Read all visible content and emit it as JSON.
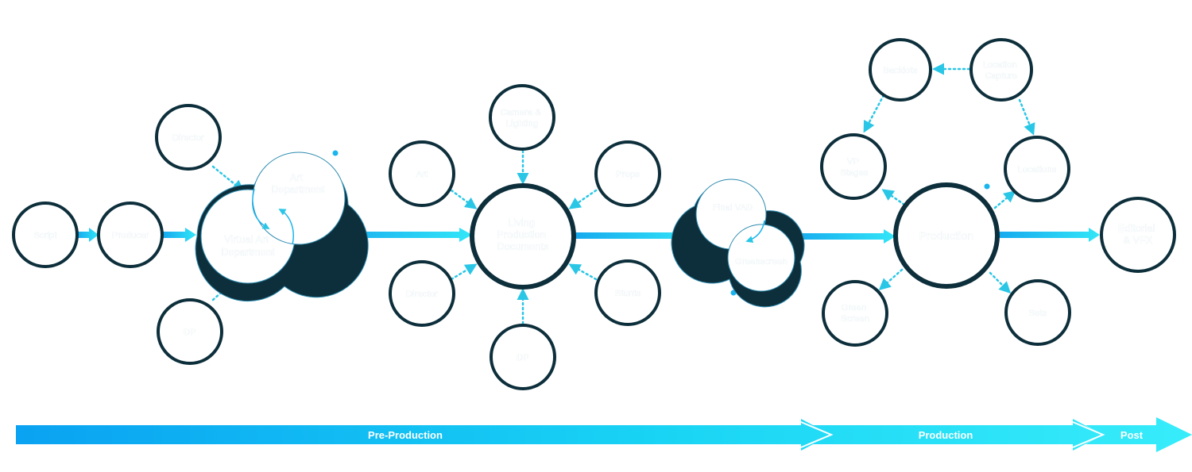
{
  "stages": {
    "pre": "Pre-Production",
    "prod": "Production",
    "post": "Post"
  },
  "nodes": {
    "script": "Script",
    "producer": "Producer",
    "director_a": "Director",
    "dp_a": "DP",
    "virtual_art": [
      "Virtual Art",
      "Department"
    ],
    "art_dept": [
      "Art",
      "Department"
    ],
    "art": "Art",
    "camera": [
      "Camera &",
      "Lighting"
    ],
    "props": "Props",
    "living": [
      "Living",
      "Production",
      "Documents"
    ],
    "director_b": "Director",
    "stunts": "Stunts",
    "dp_b": "DP",
    "final_vad": "Final VAD",
    "greenscreen": "Greenscreen",
    "production": "Production",
    "backlots": "Backlots",
    "location_capture": [
      "Location",
      "Capture"
    ],
    "vp_stages": [
      "VP",
      "Stages"
    ],
    "locations": "Locations",
    "green_screen": [
      "Green",
      "Screen"
    ],
    "sets": "Sets",
    "editorial": [
      "Editorial",
      "& VFX"
    ]
  },
  "colors": {
    "node_ring": "#0d2f3b",
    "arrow_start": "#16a9ee",
    "arrow_end": "#33e6f8",
    "dotted": "#2ac6e6"
  }
}
